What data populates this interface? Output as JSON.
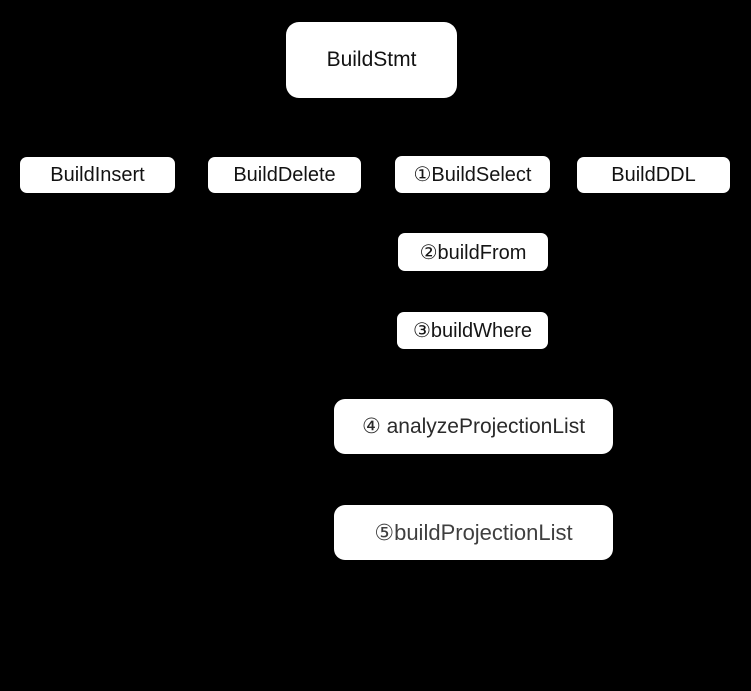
{
  "diagram": {
    "background_color": "#000000",
    "node_fill_color": "#ffffff",
    "nodes": [
      {
        "id": "build-stmt",
        "label": "BuildStmt"
      },
      {
        "id": "build-insert",
        "label": "BuildInsert"
      },
      {
        "id": "build-delete",
        "label": "BuildDelete"
      },
      {
        "id": "build-select",
        "label": "①BuildSelect"
      },
      {
        "id": "build-ddl",
        "label": "BuildDDL"
      },
      {
        "id": "build-from",
        "label": "②buildFrom"
      },
      {
        "id": "build-where",
        "label": "③buildWhere"
      },
      {
        "id": "analyze-projection-list",
        "label": "④ analyzeProjectionList"
      },
      {
        "id": "build-projection-list",
        "label": "⑤buildProjectionList"
      }
    ]
  }
}
